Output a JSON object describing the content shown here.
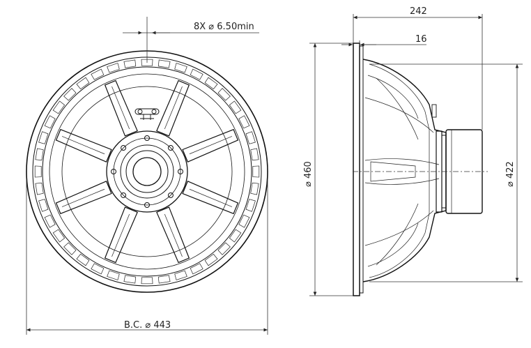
{
  "annotations": {
    "hole_spec": "8X ⌀ 6.50min",
    "bolt_circle": "B.C. ⌀ 443",
    "depth": "242",
    "flange_thickness": "16",
    "outer_diameter": "⌀ 460",
    "baffle_diameter": "⌀ 422"
  },
  "colors": {
    "line": "#111111",
    "background": "#ffffff"
  }
}
